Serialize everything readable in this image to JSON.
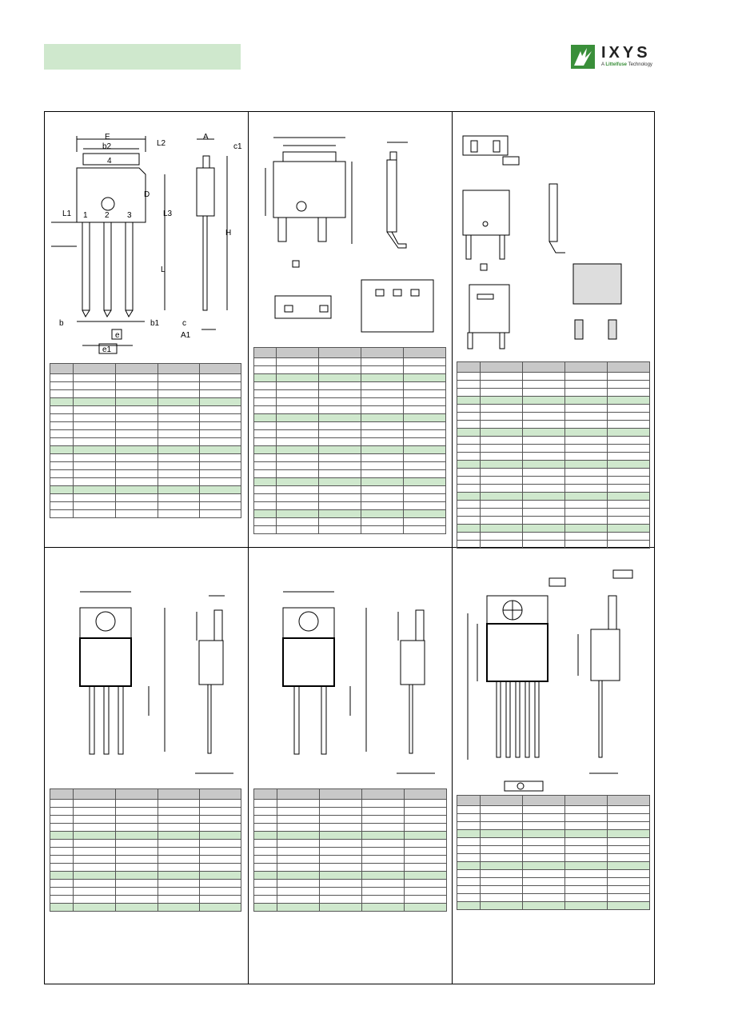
{
  "brand": {
    "logo_text": "IXYS",
    "logo_sub_prefix": "A ",
    "logo_sub_brand": "Littelfuse",
    "logo_sub_suffix": " Technology",
    "accent_color": "#3a8f3a",
    "highlight_color": "#cfe8cd"
  },
  "package1": {
    "labels": {
      "E": "E",
      "b2": "b2",
      "L2": "L2",
      "tab": "4",
      "D": "D",
      "L1": "L1",
      "L3": "L3",
      "pin1": "1",
      "pin2": "2",
      "pin3": "3",
      "L": "L",
      "b": "b",
      "e": "e",
      "b1": "b1",
      "e1": "e1",
      "A": "A",
      "c1": "c1",
      "H": "H",
      "c": "c",
      "A1": "A1"
    }
  },
  "table_rows": {
    "t1": 19,
    "t2": 23,
    "t3": 23,
    "t4": 15,
    "t5": 15,
    "t6": 14
  }
}
